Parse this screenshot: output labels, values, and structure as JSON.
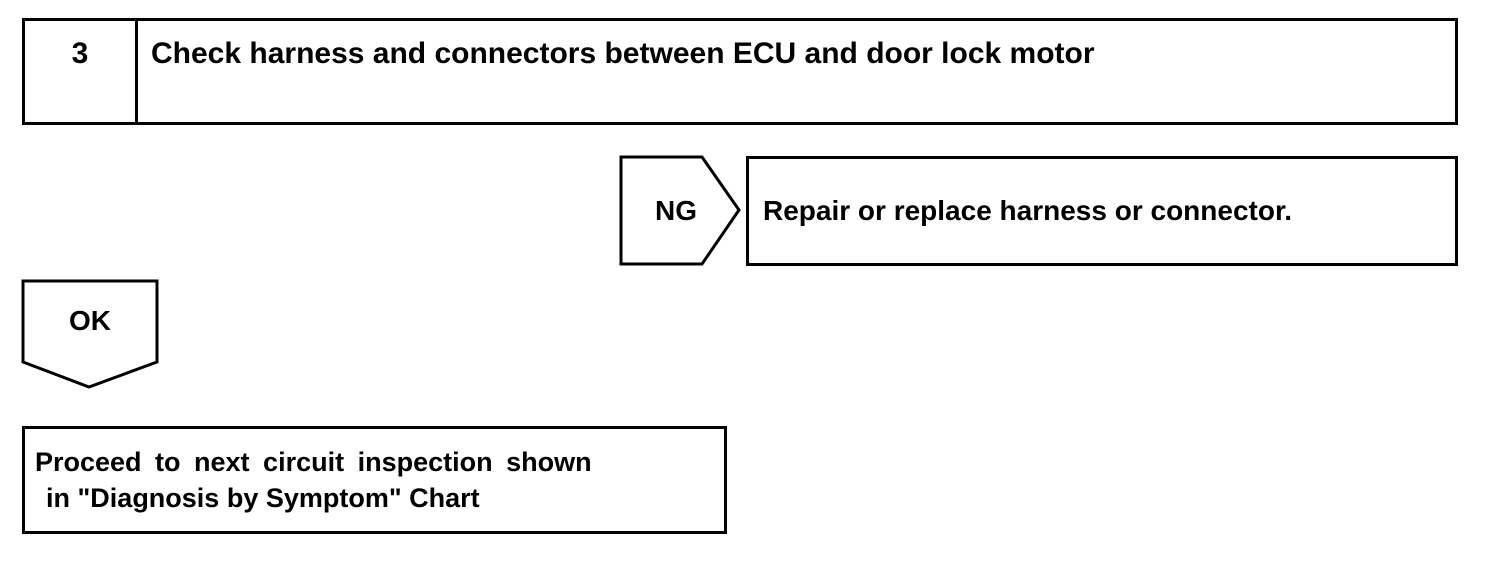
{
  "step": {
    "number": "3",
    "title": "Check harness and connectors between ECU and door lock motor"
  },
  "ng_branch": {
    "label": "NG",
    "result": "Repair or replace harness or connector."
  },
  "ok_branch": {
    "label": "OK",
    "result_line1": "Proceed to next circuit inspection shown",
    "result_line2": "in \"Diagnosis by Symptom\" Chart"
  }
}
